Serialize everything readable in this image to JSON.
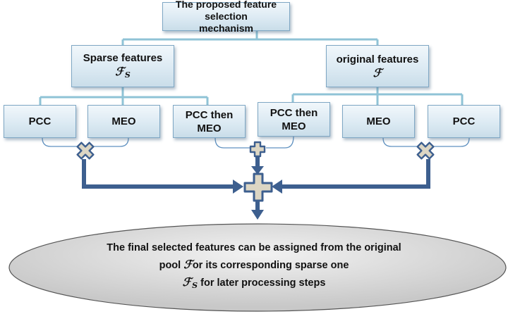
{
  "title_box": {
    "line1": "The proposed feature selection",
    "line2": "mechanism"
  },
  "sparse_box": {
    "label": "Sparse features",
    "symbol": "ℱ",
    "subscript": "S"
  },
  "original_box": {
    "label": "original features",
    "symbol": "ℱ"
  },
  "methods": {
    "left_pcc": "PCC",
    "left_meo": "MEO",
    "left_pcc_then_meo_1": "PCC then",
    "left_pcc_then_meo_2": "MEO",
    "right_pcc_then_meo_1": "PCC then",
    "right_pcc_then_meo_2": "MEO",
    "right_meo": "MEO",
    "right_pcc": "PCC"
  },
  "conclusion": {
    "line1": "The final selected features can be assigned from the original",
    "line2_prefix": "pool ",
    "line2_symbol": "ℱ",
    "line2_suffix": "or its corresponding sparse one",
    "line3_symbol": "ℱ",
    "line3_subscript": "S",
    "line3_suffix": " for later processing steps"
  },
  "colors": {
    "box_border": "#7fa7c4",
    "connector": "#8fc3d6",
    "arrow": "#3d5f8f",
    "operator_fill": "#dcd6c4",
    "ellipse_fill": "#d7d7d7"
  },
  "icons": [
    "cross-operator-icon",
    "plus-operator-icon",
    "big-plus-operator-icon",
    "arrow-icon"
  ]
}
